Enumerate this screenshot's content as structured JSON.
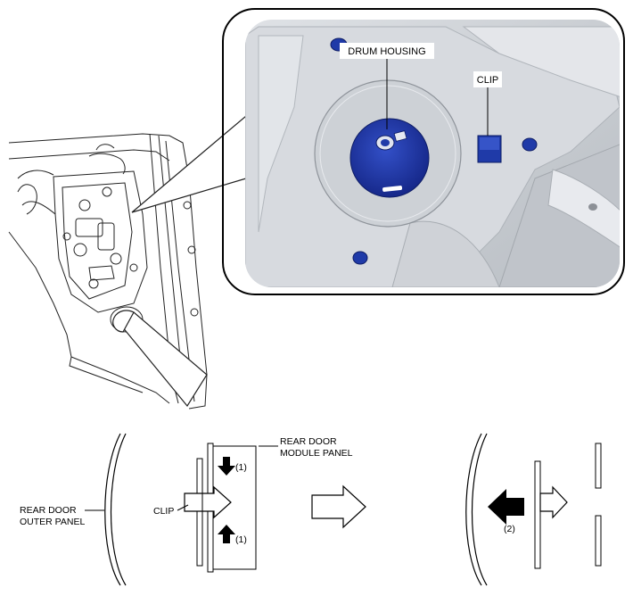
{
  "callout": {
    "drum_housing_label": "DRUM HOUSING",
    "clip_label": "CLIP"
  },
  "diagram": {
    "outer_panel_line1": "REAR DOOR",
    "outer_panel_line2": "OUTER PANEL",
    "module_panel_line1": "REAR DOOR",
    "module_panel_line2": "MODULE PANEL",
    "clip_label": "CLIP",
    "step1_top": "(1)",
    "step1_bottom": "(1)",
    "step2": "(2)"
  },
  "colors": {
    "part_blue": "#1f3aa8",
    "panel_gray": "#cfd3d8",
    "line": "#000000"
  }
}
